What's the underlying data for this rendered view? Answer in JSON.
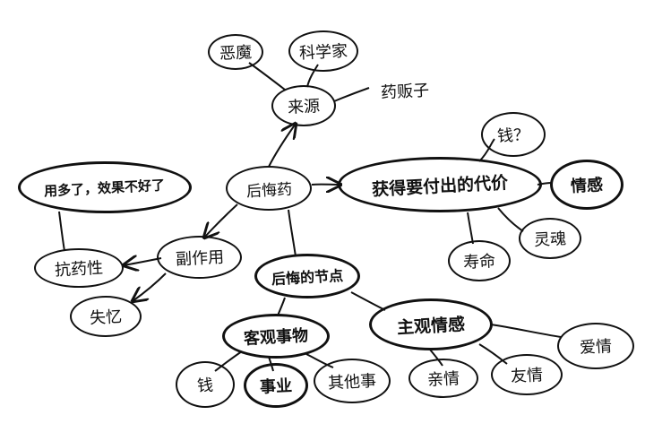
{
  "diagram": {
    "type": "mind-map",
    "center": "后悔药",
    "nodes": {
      "center": "后悔药",
      "source": "来源",
      "devil": "恶魔",
      "scientist": "科学家",
      "pharmacist": "药贩子",
      "price": "获得要付出的代价",
      "money_q": "钱？",
      "emotion": "情感",
      "soul": "灵魂",
      "lifespan": "寿命",
      "overuse": "用多了，效果不好了",
      "side_effect": "副作用",
      "resistance": "抗药性",
      "amnesia": "失忆",
      "regret_point": "后悔的节点",
      "objective": "客观事物",
      "money": "钱",
      "career": "事业",
      "other_things": "其他事",
      "subjective": "主观情感",
      "family_love": "亲情",
      "friendship": "友情",
      "romance": "爱情"
    },
    "edges": [
      [
        "center",
        "source"
      ],
      [
        "source",
        "devil"
      ],
      [
        "source",
        "scientist"
      ],
      [
        "source",
        "pharmacist"
      ],
      [
        "center",
        "price"
      ],
      [
        "price",
        "money_q"
      ],
      [
        "price",
        "emotion"
      ],
      [
        "price",
        "soul"
      ],
      [
        "price",
        "lifespan"
      ],
      [
        "center",
        "side_effect"
      ],
      [
        "side_effect",
        "resistance"
      ],
      [
        "side_effect",
        "amnesia"
      ],
      [
        "resistance",
        "overuse"
      ],
      [
        "center",
        "regret_point"
      ],
      [
        "regret_point",
        "objective"
      ],
      [
        "regret_point",
        "subjective"
      ],
      [
        "objective",
        "money"
      ],
      [
        "objective",
        "career"
      ],
      [
        "objective",
        "other_things"
      ],
      [
        "subjective",
        "family_love"
      ],
      [
        "subjective",
        "friendship"
      ],
      [
        "subjective",
        "romance"
      ]
    ]
  },
  "style": {
    "ink": "#111111",
    "background": "#ffffff"
  }
}
